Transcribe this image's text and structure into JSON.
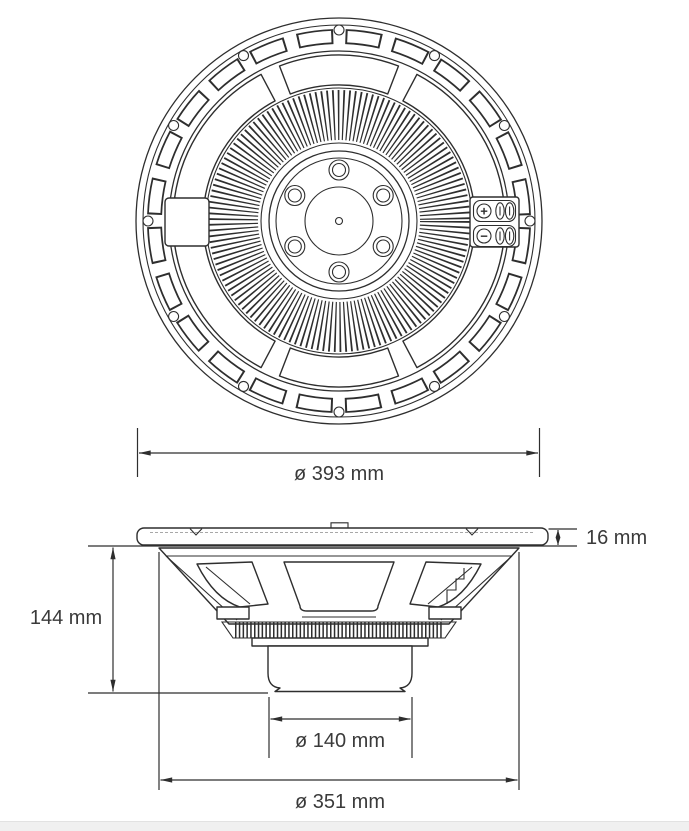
{
  "page": {
    "background": "#ffffff",
    "drawing_line_color": "#2e2e2e",
    "dimension_text_color": "#3a3a3a",
    "footer_bar_color": "#f0f0f0"
  },
  "top_view": {
    "diameter_label": "ø 393 mm",
    "terminal": {
      "plus": "+",
      "minus": "−"
    }
  },
  "side_view": {
    "flange_thickness_label": "16 mm",
    "depth_label": "144 mm",
    "magnet_diameter_label": "ø 140 mm",
    "frame_diameter_label": "ø 351 mm"
  }
}
